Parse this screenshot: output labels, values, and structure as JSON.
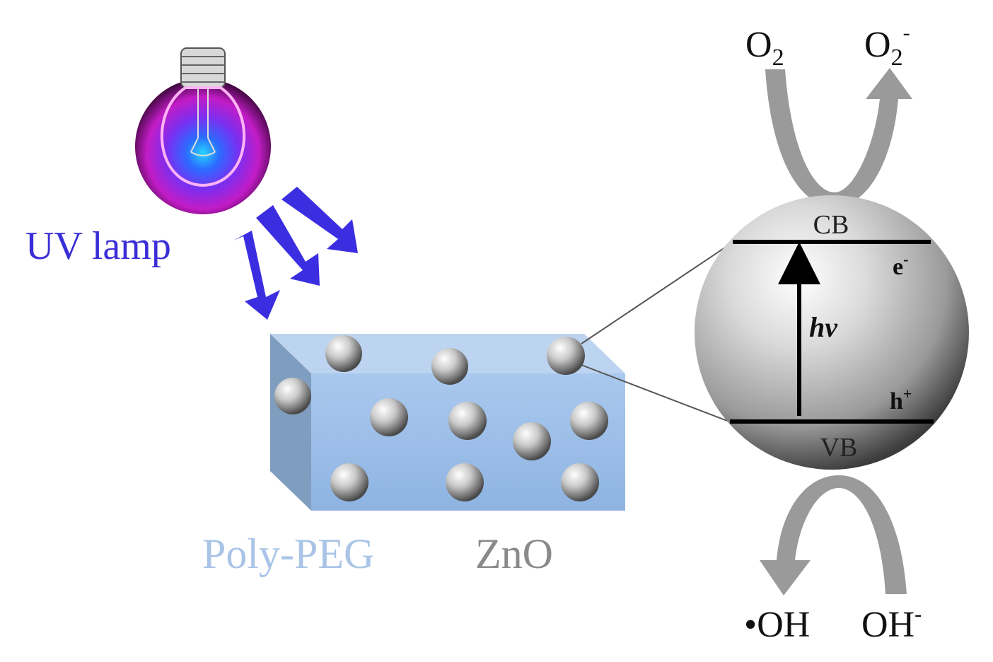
{
  "labels": {
    "uv_lamp": "UV lamp",
    "poly_peg": "Poly-PEG",
    "zno": "ZnO",
    "cb": "CB",
    "vb": "VB",
    "electron": "e",
    "electron_sup": "-",
    "hole": "h",
    "hole_sup": "+",
    "photon": "hv",
    "o2_base": "O",
    "o2_sub": "2",
    "superoxide_base": "O",
    "superoxide_sub": "2",
    "superoxide_sup": "-",
    "hydroxyl_radical": "•OH",
    "hydroxide_base": "OH",
    "hydroxide_sup": "-"
  },
  "colors": {
    "uv_arrows": "#3b2ee0",
    "uv_text": "#3a2fd6",
    "polymer_block": "#9ec0e8",
    "polymer_text": "#a9c4e6",
    "zno_text": "#8a8a8a",
    "curved_arrows": "#9a9a9a",
    "band_lines": "#000000",
    "lamp_glow": "#b01ec8"
  },
  "icons": {
    "lamp": "light-bulb-icon",
    "particle": "sphere-particle-icon"
  }
}
